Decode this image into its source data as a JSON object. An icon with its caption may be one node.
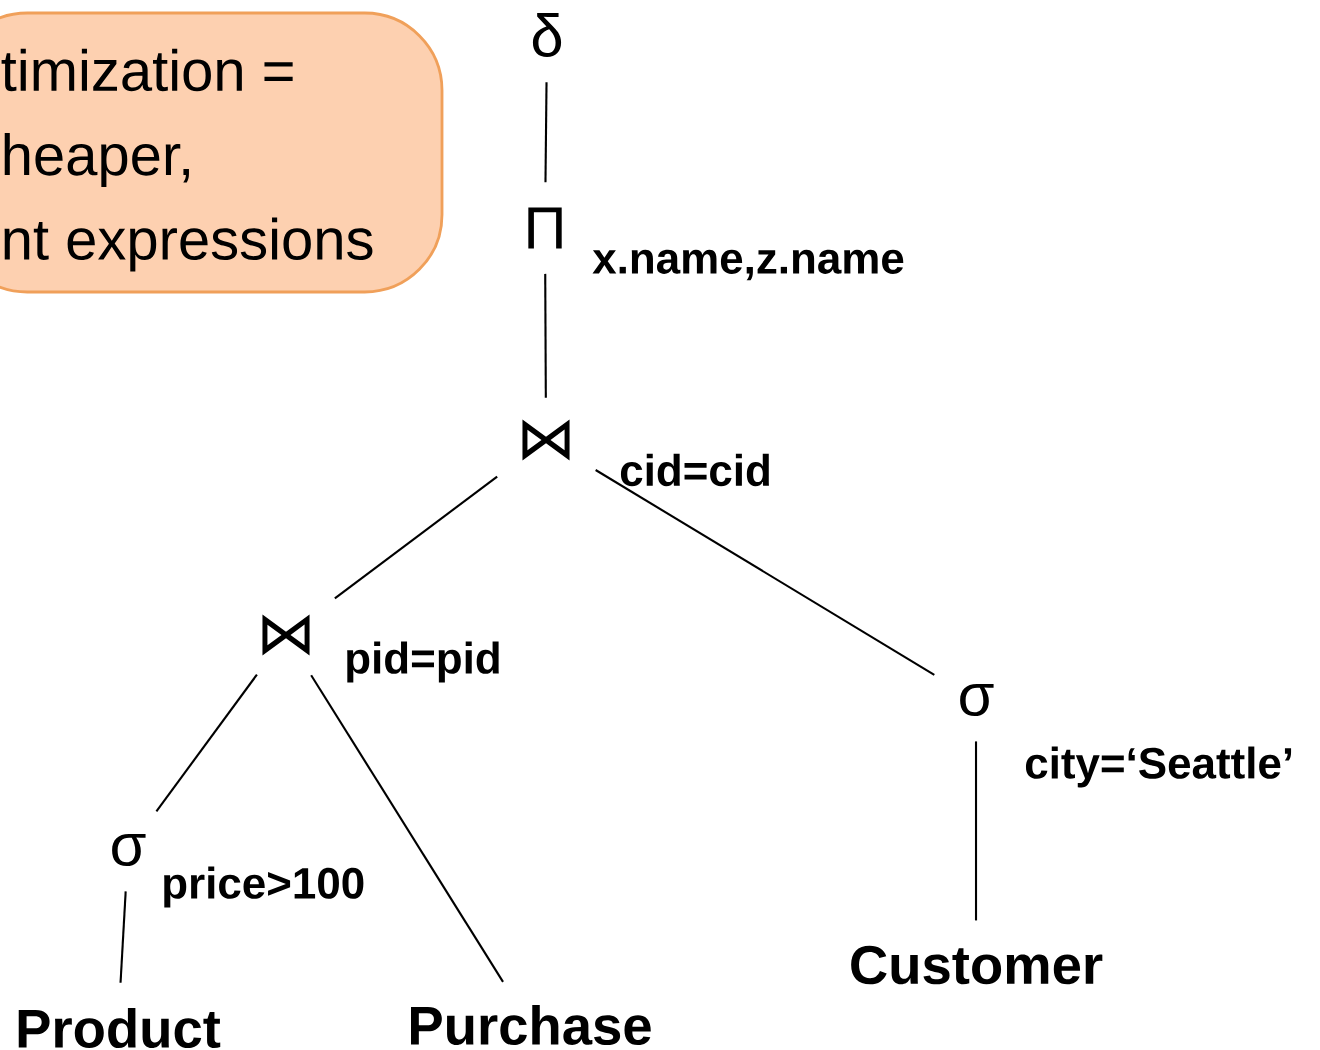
{
  "diagram": {
    "nodes": [
      {
        "text": [
          "timization =",
          "heaper,",
          "nt expressions"
        ]
      },
      {
        "text": [
          "δ"
        ]
      },
      {
        "text": [
          "Π"
        ],
        "beside": [
          "x.name,z.name"
        ]
      },
      {
        "text": [
          "⋈"
        ],
        "beside": [
          "cid=cid"
        ]
      },
      {
        "text": [
          "⋈"
        ],
        "beside": [
          "pid=pid"
        ]
      },
      {
        "text": [
          "σ"
        ],
        "beside": [
          "city=‘Seattle’"
        ]
      },
      {
        "text": [
          "σ"
        ],
        "beside": [
          "price>100"
        ]
      },
      {
        "text": [
          "Product"
        ]
      },
      {
        "text": [
          "Purchase"
        ]
      },
      {
        "text": [
          "Customer"
        ]
      }
    ],
    "edges": [
      {
        "from": 1,
        "to": 2,
        "arrow": "none"
      },
      {
        "from": 2,
        "to": 3,
        "arrow": "none"
      },
      {
        "from": 3,
        "to": 4,
        "arrow": "none"
      },
      {
        "from": 3,
        "to": 5,
        "arrow": "none"
      },
      {
        "from": 4,
        "to": 6,
        "arrow": "none"
      },
      {
        "from": 4,
        "to": 8,
        "arrow": "none"
      },
      {
        "from": 6,
        "to": 7,
        "arrow": "none"
      },
      {
        "from": 5,
        "to": 9,
        "arrow": "none"
      }
    ]
  }
}
